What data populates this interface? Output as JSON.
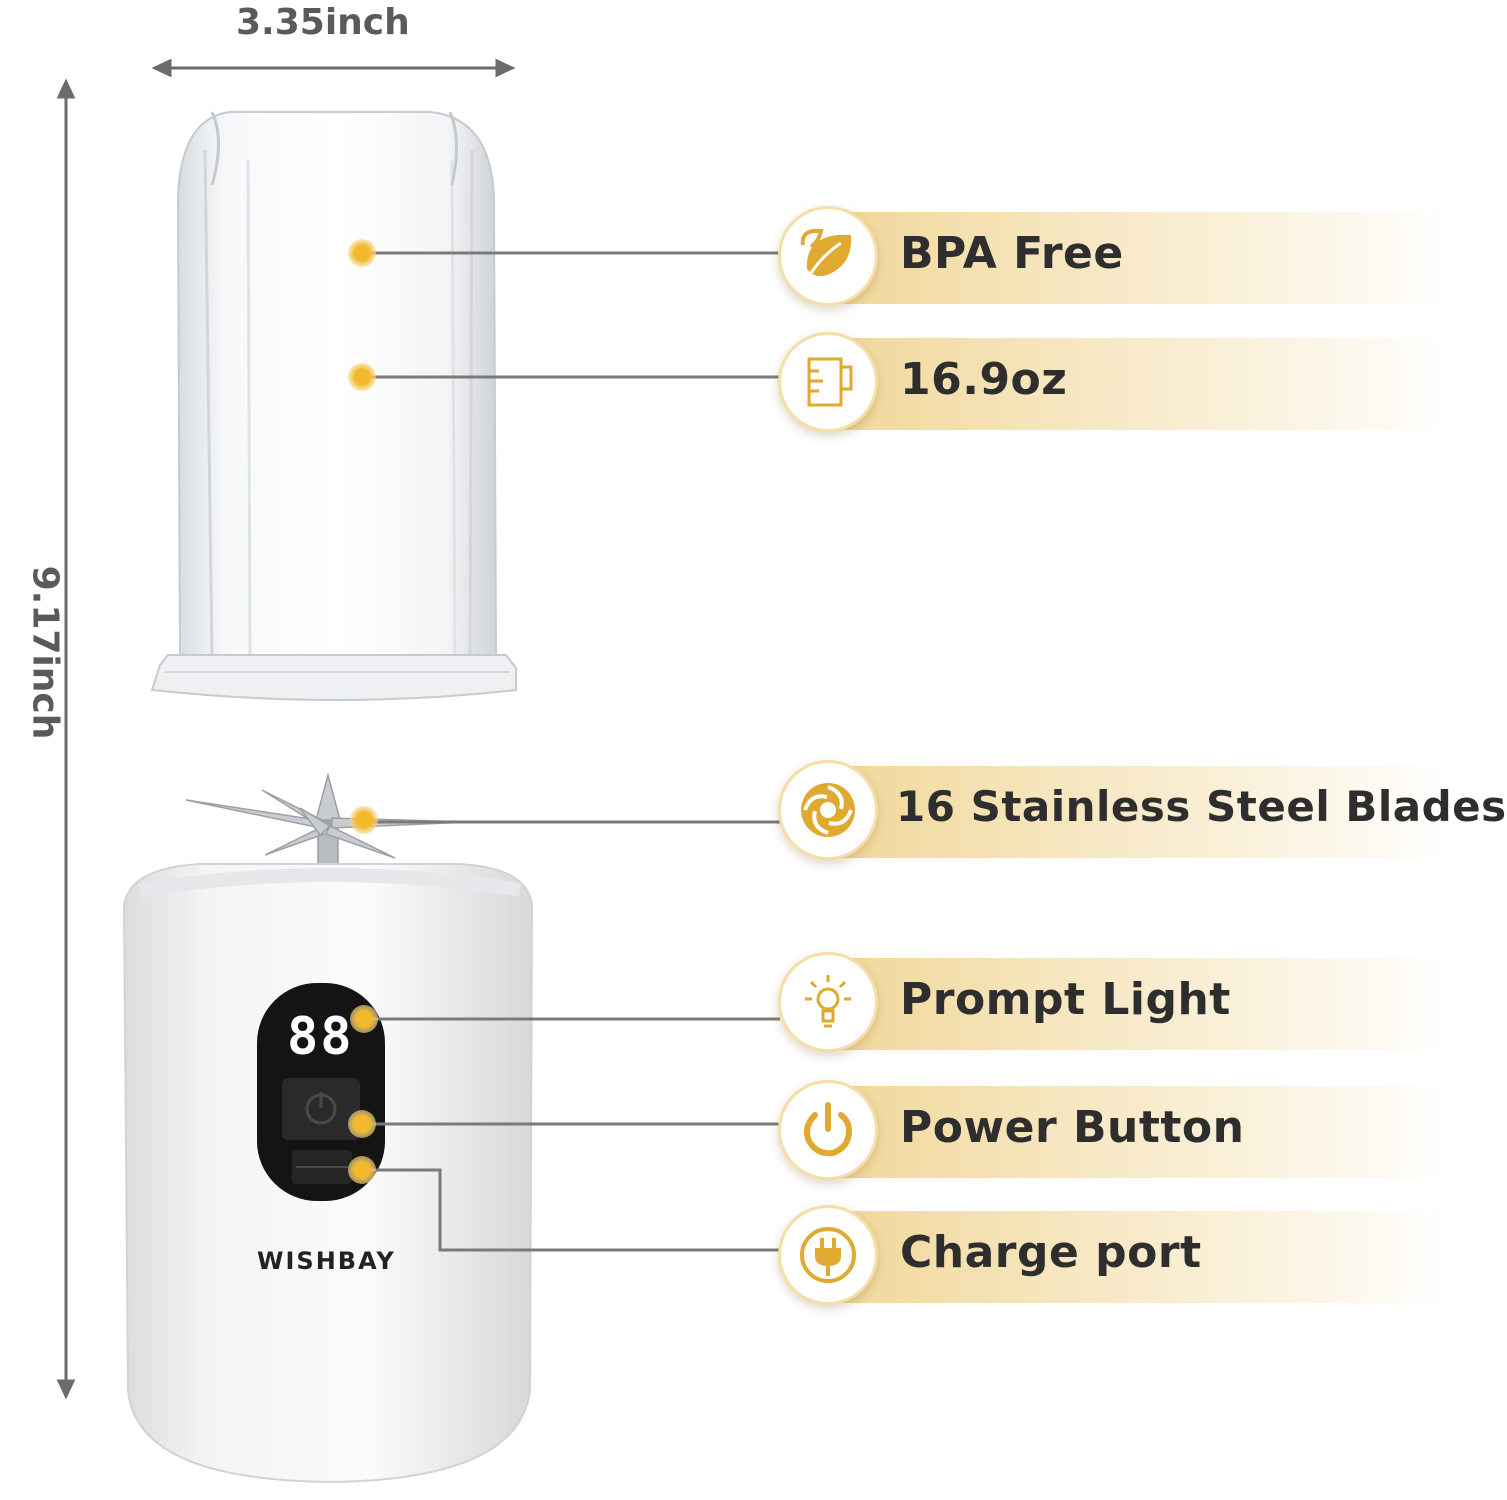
{
  "dimensions": {
    "width_label": "3.35inch",
    "height_label": "9.17inch"
  },
  "features": [
    {
      "label": "BPA Free",
      "icon": "leaf-icon"
    },
    {
      "label": "16.9oz",
      "icon": "measuring-cup-icon"
    },
    {
      "label": "16 Stainless Steel Blades",
      "icon": "blade-icon"
    },
    {
      "label": "Prompt Light",
      "icon": "light-bulb-icon"
    },
    {
      "label": "Power Button",
      "icon": "power-icon"
    },
    {
      "label": "Charge port",
      "icon": "plug-icon"
    }
  ],
  "product": {
    "brand": "WISHBAY",
    "display_digits": "88"
  },
  "colors": {
    "accent": "#e9b84a",
    "icon": "#e0a92f",
    "text": "#2e2e2e",
    "dimension": "#5a5a5a"
  }
}
